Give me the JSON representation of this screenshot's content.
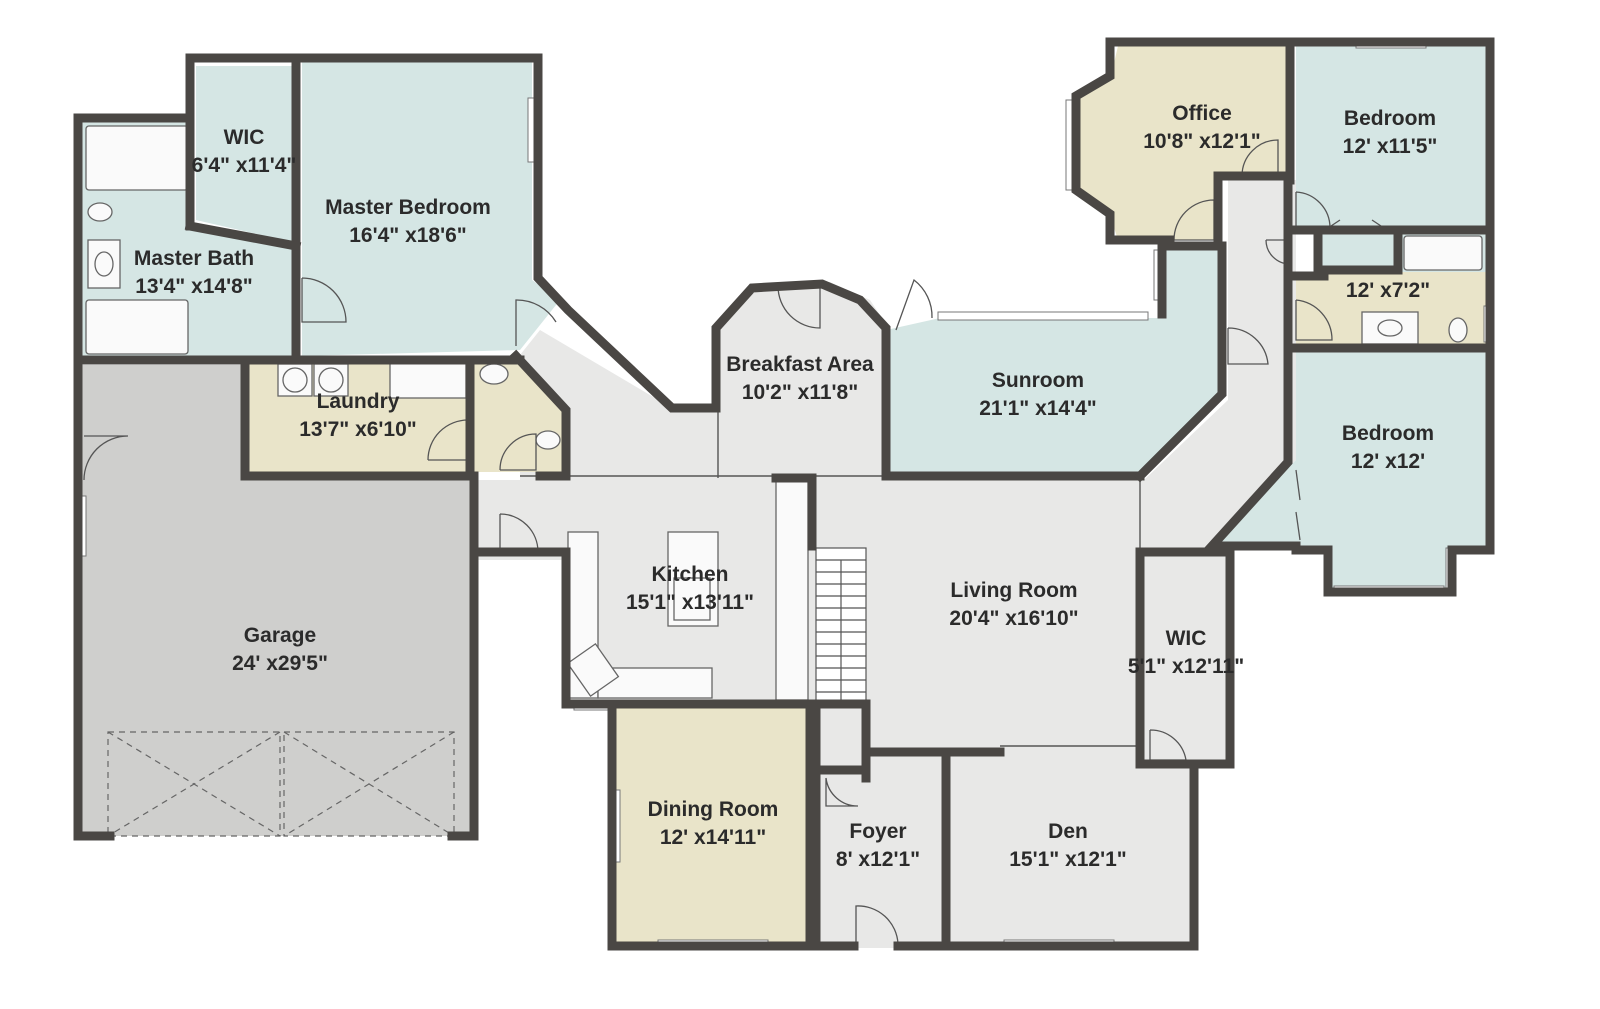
{
  "colors": {
    "bedroom": "#d5e6e4",
    "utility": "#e9e4c9",
    "office": "#e9e4c9",
    "common": "#e8e8e7",
    "garage": "#cfcfcd",
    "wall": "#4a4744"
  },
  "rooms": {
    "wic1": {
      "name": "WIC",
      "dims": "6'4\" x11'4\""
    },
    "master_bedroom": {
      "name": "Master Bedroom",
      "dims": "16'4\" x18'6\""
    },
    "master_bath": {
      "name": "Master Bath",
      "dims": "13'4\" x14'8\""
    },
    "laundry": {
      "name": "Laundry",
      "dims": "13'7\" x6'10\""
    },
    "garage": {
      "name": "Garage",
      "dims": "24' x29'5\""
    },
    "breakfast": {
      "name": "Breakfast Area",
      "dims": "10'2\" x11'8\""
    },
    "kitchen": {
      "name": "Kitchen",
      "dims": "15'1\" x13'11\""
    },
    "dining": {
      "name": "Dining Room",
      "dims": "12' x14'11\""
    },
    "foyer": {
      "name": "Foyer",
      "dims": "8' x12'1\""
    },
    "den": {
      "name": "Den",
      "dims": "15'1\" x12'1\""
    },
    "living": {
      "name": "Living Room",
      "dims": "20'4\" x16'10\""
    },
    "sunroom": {
      "name": "Sunroom",
      "dims": "21'1\" x14'4\""
    },
    "office": {
      "name": "Office",
      "dims": "10'8\" x12'1\""
    },
    "bedroom1": {
      "name": "Bedroom",
      "dims": "12' x11'5\""
    },
    "bath2": {
      "name": "",
      "dims": "12' x7'2\""
    },
    "bedroom2": {
      "name": "Bedroom",
      "dims": "12' x12'"
    },
    "wic2": {
      "name": "WIC",
      "dims": "5'1\" x12'11\""
    }
  }
}
